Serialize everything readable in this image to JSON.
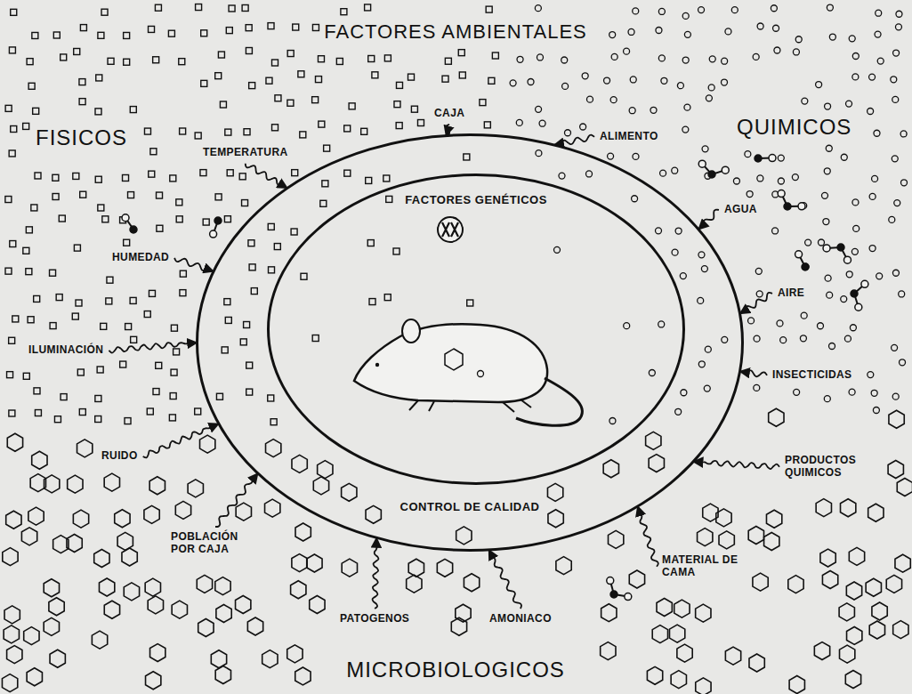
{
  "diagram": {
    "title": "FACTORES AMBIENTALES",
    "nodes": [
      {
        "text": [
          "CONTROL DE CALIDAD"
        ]
      },
      {
        "text": [
          "FACTORES GENÉTICOS"
        ],
        "in": 0
      }
    ],
    "labels": [
      "FISICOS",
      "QUIMICOS",
      "MICROBIOLOGICOS",
      "TEMPERATURA",
      "CAJA",
      "ALIMENTO",
      "AGUA",
      "AIRE",
      "INSECTICIDAS",
      "PRODUCTOS QUIMICOS",
      "MATERIAL DE CAMA",
      "AMONIACO",
      "PATOGENOS",
      "POBLACIÓN POR CAJA",
      "RUIDO",
      "ILUMINACIÓN",
      "HUMEDAD"
    ]
  }
}
